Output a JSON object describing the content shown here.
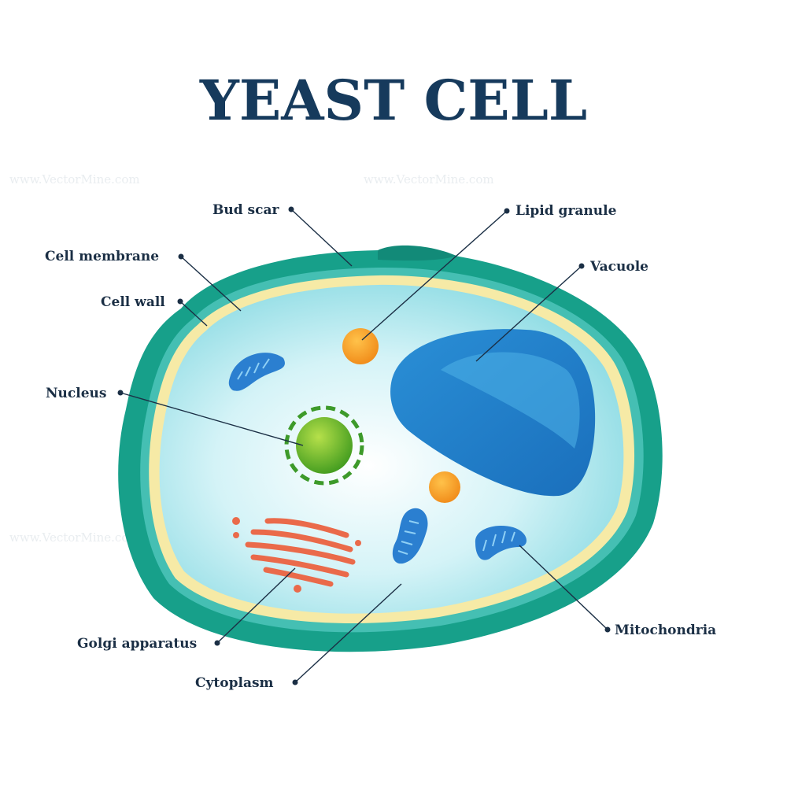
{
  "title": "YEAST CELL",
  "watermark": "www.VectorMine.com",
  "colors": {
    "title": "#163a5c",
    "label": "#1b2f45",
    "cell_wall": "#17a08a",
    "cell_membrane": "#f6eaa6",
    "cytoplasm": "#bfeef4",
    "vacuole": "#1f85cd",
    "nucleus": "#7bbf2a",
    "lipid_granule": "#f5a02a",
    "mitochondria": "#2b7fd0",
    "golgi": "#ea6a4a"
  },
  "labels": {
    "bud_scar": "Bud scar",
    "lipid_granule": "Lipid granule",
    "cell_membrane": "Cell membrane",
    "vacuole": "Vacuole",
    "cell_wall": "Cell wall",
    "nucleus": "Nucleus",
    "golgi_apparatus": "Golgi apparatus",
    "cytoplasm": "Cytoplasm",
    "mitochondria": "Mitochondria"
  }
}
